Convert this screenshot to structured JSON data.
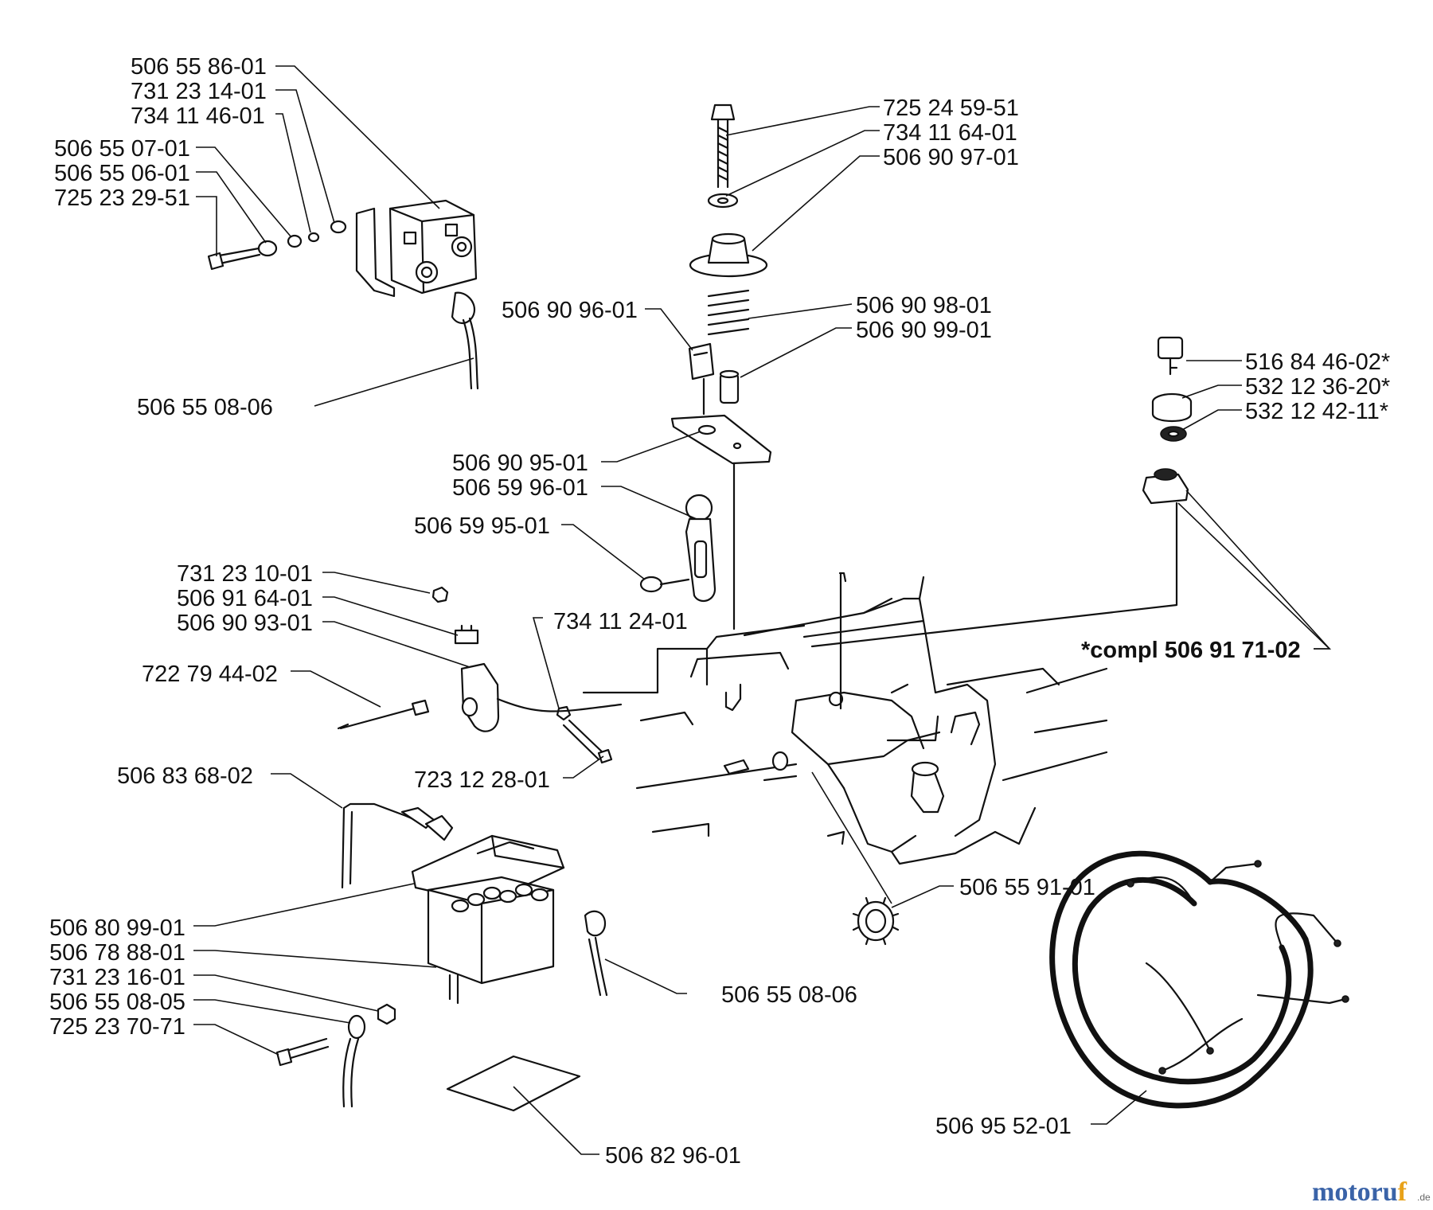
{
  "logo": {
    "letters": [
      {
        "char": "m",
        "color": "#3a63a8"
      },
      {
        "char": "o",
        "color": "#3a63a8"
      },
      {
        "char": "t",
        "color": "#3a63a8"
      },
      {
        "char": "o",
        "color": "#3a63a8"
      },
      {
        "char": "r",
        "color": "#3a63a8"
      },
      {
        "char": "u",
        "color": "#3a63a8"
      },
      {
        "char": "f",
        "color": "#e8a21a"
      }
    ],
    "suffix": ".de"
  },
  "parts": [
    {
      "id": "solenoid",
      "number": "506 55 86-01"
    },
    {
      "id": "nut-1",
      "number": "731 23 14-01"
    },
    {
      "id": "washer-1",
      "number": "734 11 46-01"
    },
    {
      "id": "bushing-1",
      "number": "506 55 07-01"
    },
    {
      "id": "bushing-2",
      "number": "506 55 06-01"
    },
    {
      "id": "screw-1",
      "number": "725 23 29-51"
    },
    {
      "id": "cable-1",
      "number": "506 55 08-06"
    },
    {
      "id": "bolt",
      "number": "725 24 59-51"
    },
    {
      "id": "washer-2",
      "number": "734 11 64-01"
    },
    {
      "id": "knob-cap",
      "number": "506 90 97-01"
    },
    {
      "id": "spring",
      "number": "506 90 98-01"
    },
    {
      "id": "spacer",
      "number": "506 90 99-01"
    },
    {
      "id": "switch-clip",
      "number": "506 90 96-01"
    },
    {
      "id": "bracket-plate",
      "number": "506 90 95-01"
    },
    {
      "id": "lever",
      "number": "506 59 96-01"
    },
    {
      "id": "lever-knob",
      "number": "506 59 95-01"
    },
    {
      "id": "nut-2",
      "number": "731 23 10-01"
    },
    {
      "id": "micro-switch",
      "number": "506 91 64-01"
    },
    {
      "id": "switch-bracket",
      "number": "506 90 93-01"
    },
    {
      "id": "rivet",
      "number": "734 11 24-01"
    },
    {
      "id": "screw-2",
      "number": "722 79 44-02"
    },
    {
      "id": "screw-3",
      "number": "723 12 28-01"
    },
    {
      "id": "key",
      "number": "516 84 46-02*"
    },
    {
      "id": "key-nut",
      "number": "532 12 36-20*"
    },
    {
      "id": "key-washer",
      "number": "532 12 42-11*"
    },
    {
      "id": "ignition-compl",
      "number": "*compl 506 91 71-02"
    },
    {
      "id": "battery-holder",
      "number": "506 83 68-02"
    },
    {
      "id": "battery-cover",
      "number": "506 80 99-01"
    },
    {
      "id": "battery",
      "number": "506 78 88-01"
    },
    {
      "id": "nut-3",
      "number": "731 23 16-01"
    },
    {
      "id": "cable-2",
      "number": "506 55 08-05"
    },
    {
      "id": "screw-4",
      "number": "725 23 70-71"
    },
    {
      "id": "cable-3",
      "number": "506 55 08-06"
    },
    {
      "id": "grommet",
      "number": "506 55 91-01"
    },
    {
      "id": "battery-mat",
      "number": "506 82 96-01"
    },
    {
      "id": "wire-harness",
      "number": "506 95 52-01"
    }
  ]
}
